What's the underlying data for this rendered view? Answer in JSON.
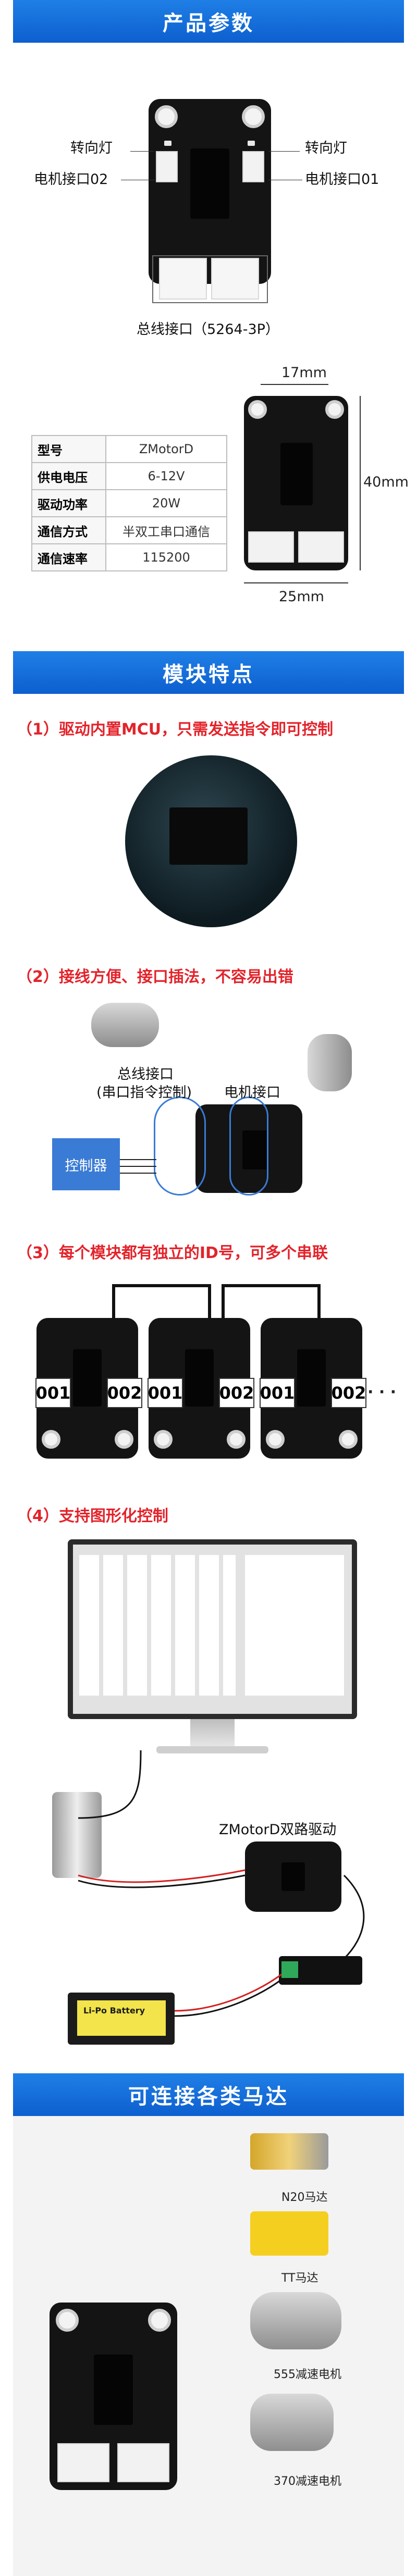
{
  "sections": {
    "params": "产品参数",
    "features": "模块特点",
    "motors": "可连接各类马达"
  },
  "board_labels": {
    "turn_light_left": "转向灯",
    "turn_light_right": "转向灯",
    "motor_port_02": "电机接口02",
    "motor_port_01": "电机接口01",
    "bus_port": "总线接口（5264-3P）"
  },
  "spec_table": [
    {
      "key": "型号",
      "value": "ZMotorD"
    },
    {
      "key": "供电电压",
      "value": "6-12V"
    },
    {
      "key": "驱动功率",
      "value": "20W"
    },
    {
      "key": "通信方式",
      "value": "半双工串口通信"
    },
    {
      "key": "通信速率",
      "value": "115200"
    }
  ],
  "dimensions": {
    "top": "17mm",
    "right": "40mm",
    "bottom": "25mm"
  },
  "features": {
    "f1": "（1）驱动内置MCU，只需发送指令即可控制",
    "f2": "（2）接线方便、接口插法，不容易出错",
    "f3": "（3）每个模块都有独立的ID号，可多个串联",
    "f4": "（4）支持图形化控制"
  },
  "wiring": {
    "bus_label": "总线接口",
    "bus_sub": "(串口指令控制)",
    "motor_label": "电机接口",
    "controller": "控制器"
  },
  "chain_ids": [
    "001",
    "002",
    "001",
    "002",
    "001",
    "002"
  ],
  "ellipsis": "· · ·",
  "driver_label": "ZMotorD双路驱动",
  "battery_label": "Li-Po Battery",
  "motor_types": [
    "N20马达",
    "TT马达",
    "555减速电机",
    "370减速电机"
  ]
}
